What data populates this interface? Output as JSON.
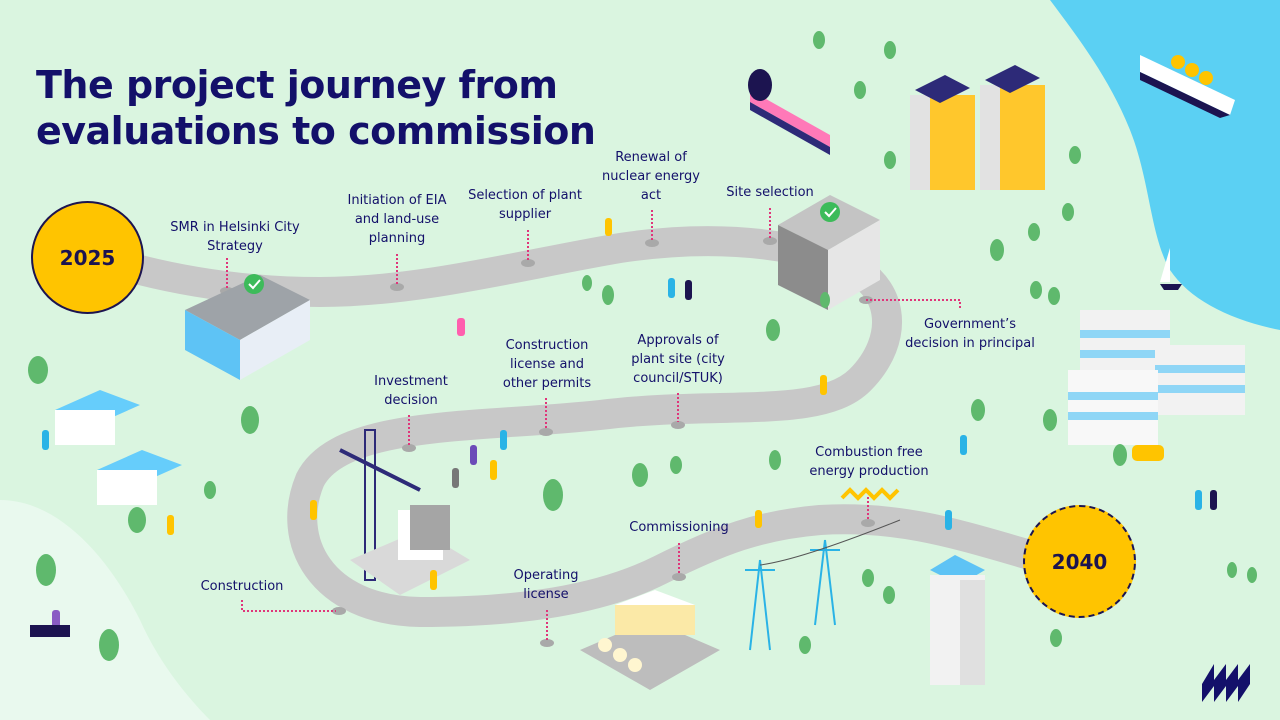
{
  "title": {
    "line1": "The project journey from",
    "line2": "evaluations to commission"
  },
  "years": {
    "start": "2025",
    "end": "2040"
  },
  "milestones": [
    {
      "id": "smr-strategy",
      "lines": [
        "SMR in Helsinki City",
        "Strategy"
      ]
    },
    {
      "id": "eia-initiation",
      "lines": [
        "Initiation of EIA",
        "and land-use",
        "planning"
      ]
    },
    {
      "id": "plant-supplier",
      "lines": [
        "Selection of plant",
        "supplier"
      ]
    },
    {
      "id": "nuclear-act",
      "lines": [
        "Renewal of",
        "nuclear energy",
        "act"
      ]
    },
    {
      "id": "site-selection",
      "lines": [
        "Site selection"
      ]
    },
    {
      "id": "government-decision",
      "lines": [
        "Government’s",
        "decision in principal"
      ]
    },
    {
      "id": "site-approvals",
      "lines": [
        "Approvals of",
        "plant site (city",
        "council/STUK)"
      ]
    },
    {
      "id": "construction-license",
      "lines": [
        "Construction",
        "license and",
        "other permits"
      ]
    },
    {
      "id": "investment-decision",
      "lines": [
        "Investment",
        "decision"
      ]
    },
    {
      "id": "construction",
      "lines": [
        "Construction"
      ]
    },
    {
      "id": "operating-license",
      "lines": [
        "Operating",
        "license"
      ]
    },
    {
      "id": "commissioning",
      "lines": [
        "Commissioning"
      ]
    },
    {
      "id": "combustion-free",
      "lines": [
        "Combustion free",
        "energy production"
      ]
    }
  ],
  "colors": {
    "background": "#daf5e0",
    "background_light": "#e9f9ee",
    "grass": "#c9efd3",
    "road": "#c8c8c8",
    "water": "#5bd0f3",
    "title": "#13106a",
    "year_badge": "#ffc400",
    "connector": "#e0357a",
    "check": "#3dbb5a",
    "zigzag": "#ffc400"
  }
}
